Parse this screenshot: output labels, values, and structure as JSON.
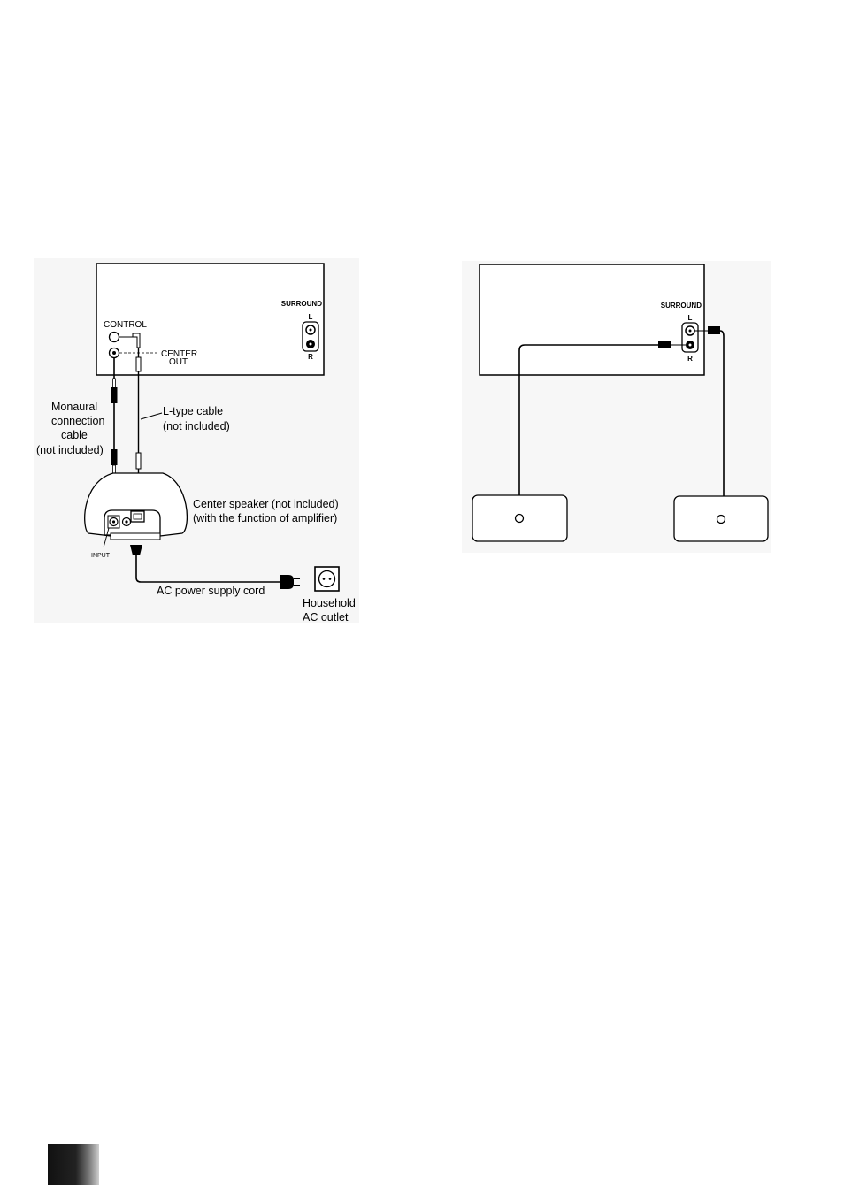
{
  "left_diagram": {
    "surround_label": "SURROUND",
    "surround_l": "L",
    "surround_r": "R",
    "control_label": "CONTROL",
    "center_out_line1": "CENTER",
    "center_out_line2": "OUT",
    "monaural_cable_lines": [
      "Monaural",
      "connection",
      "cable",
      "(not included)"
    ],
    "ltype_cable_lines": [
      "L-type cable",
      "(not included)"
    ],
    "center_speaker_lines": [
      "Center speaker (not included)",
      "(with the function of amplifier)"
    ],
    "input_label": "INPUT",
    "ac_cord_label": "AC power supply cord",
    "outlet_lines": [
      "Household",
      "AC outlet"
    ]
  },
  "right_diagram": {
    "surround_label": "SURROUND",
    "surround_l": "L",
    "surround_r": "R"
  }
}
